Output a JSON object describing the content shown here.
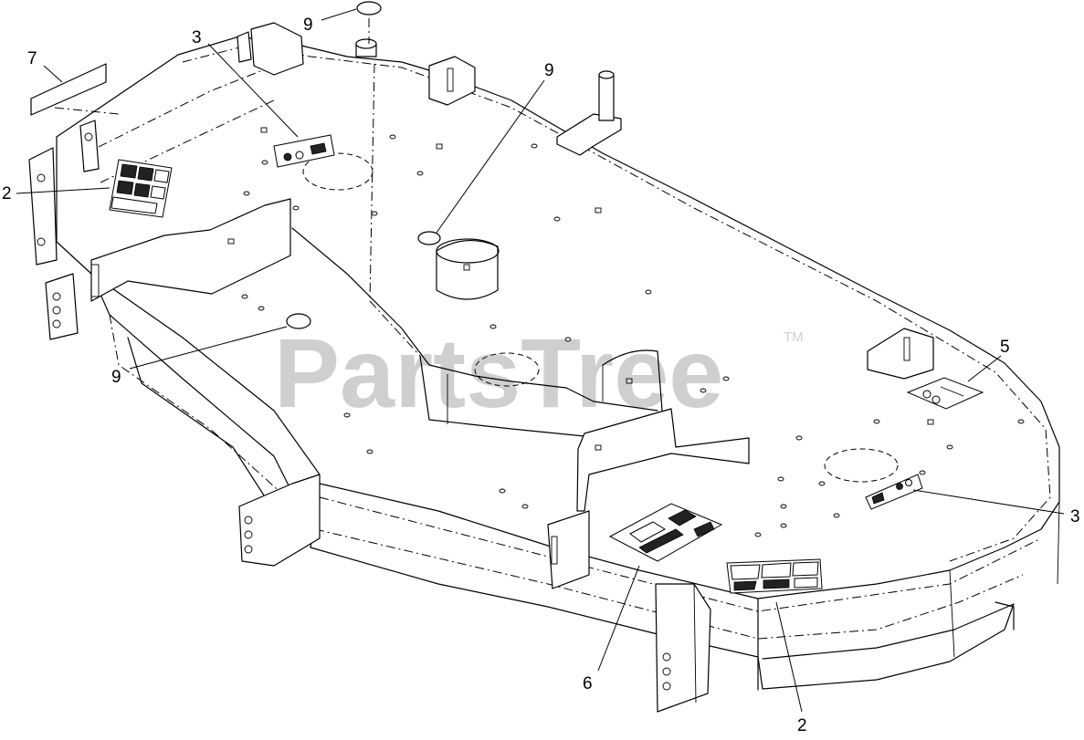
{
  "watermark": {
    "text": "PartsTree",
    "mark": "TM"
  },
  "callouts": [
    "7",
    "3",
    "9",
    "9",
    "2",
    "9",
    "5",
    "3",
    "6",
    "2"
  ]
}
